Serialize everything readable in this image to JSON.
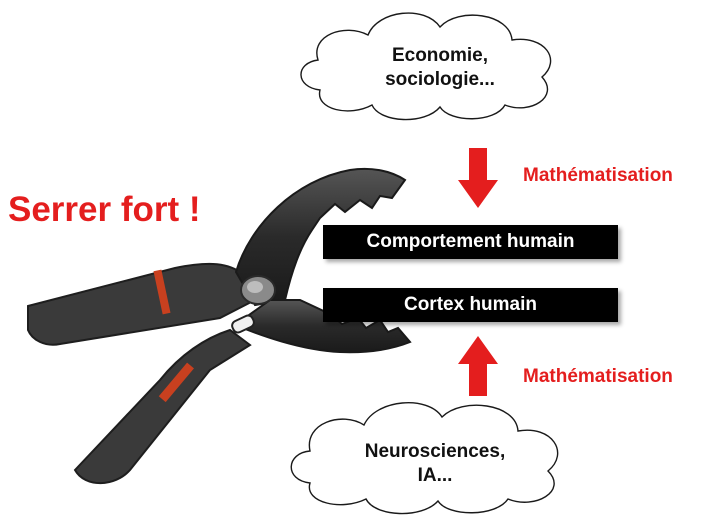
{
  "headline": "Serrer fort !",
  "top_cloud": {
    "line1": "Economie,",
    "line2": "sociologie..."
  },
  "bottom_cloud": {
    "line1": "Neurosciences,",
    "line2": "IA..."
  },
  "boxes": {
    "upper": "Comportement humain",
    "lower": "Cortex humain"
  },
  "arrow_labels": {
    "top": "Mathématisation",
    "bottom": "Mathématisation"
  },
  "colors": {
    "accent_red": "#e41e1e",
    "box_bg": "#000000",
    "plier_dark": "#2e2e2e"
  },
  "icons": [
    "pliers-image",
    "cloud-shape",
    "down-arrow-icon",
    "up-arrow-icon"
  ]
}
